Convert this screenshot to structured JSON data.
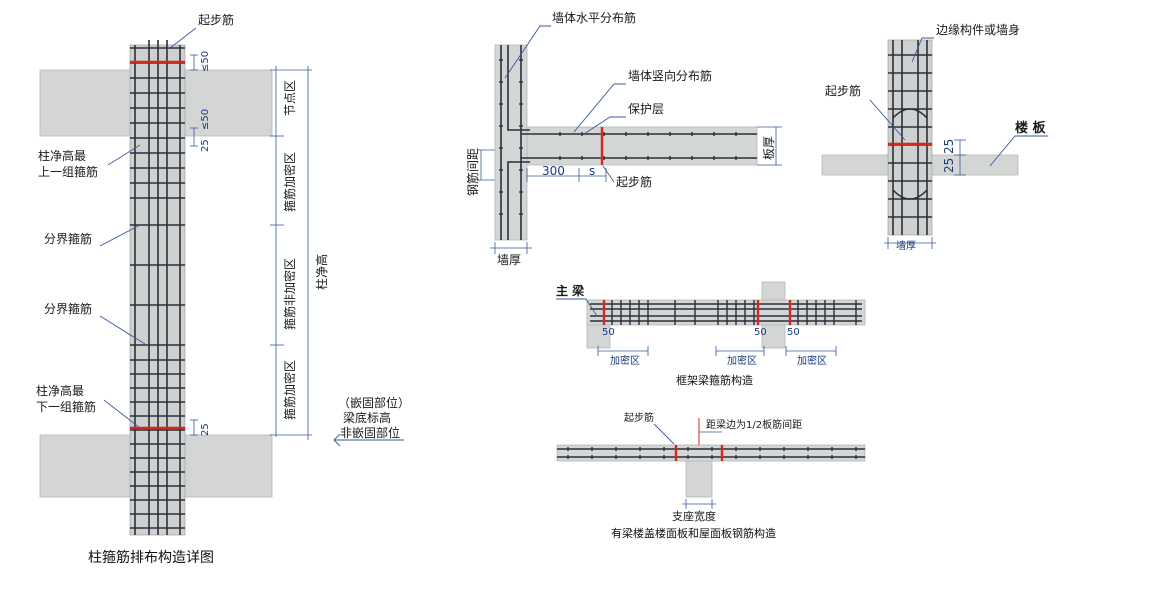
{
  "column": {
    "top_label": "起步筋",
    "dim_top": "≤50",
    "dim_mid": "≤50",
    "dim_mid2": "25",
    "dim_bot": "25",
    "left_labels": {
      "top_group_1": "柱净高最",
      "top_group_2": "上一组箍筋",
      "divider_1": "分界箍筋",
      "divider_2": "分界箍筋",
      "bottom_group_1": "柱净高最",
      "bottom_group_2": "下一组箍筋"
    },
    "zones": {
      "node": "节点区",
      "dense_top": "箍筋加密区",
      "non_dense": "箍筋非加密区",
      "dense_bottom": "箍筋加密区",
      "clear_height": "柱净高"
    },
    "embed_note": [
      "（嵌固部位）",
      "梁底标高",
      "非嵌固部位"
    ],
    "caption": "柱箍筋排布构造详图"
  },
  "wall_t": {
    "horizontal_bar": "墙体水平分布筋",
    "vertical_bar": "墙体竖向分布筋",
    "cover": "保护层",
    "start_bar": "起步筋",
    "dim_300": "300",
    "dim_s": "s",
    "bar_spacing": "钢筋间距",
    "wall_thickness": "墙厚",
    "slab_thickness": "板厚"
  },
  "edge_member": {
    "title": "边缘构件或墙身",
    "start_bar": "起步筋",
    "slab": "楼 板",
    "dim_a": "25",
    "dim_b": "25",
    "wall_thickness": "墙厚"
  },
  "frame_beam": {
    "main_beam": "主 梁",
    "dims": [
      "50",
      "50",
      "50"
    ],
    "dense_zones": [
      "加密区",
      "加密区",
      "加密区"
    ],
    "caption": "框架梁箍筋构造"
  },
  "slab": {
    "start_bar": "起步筋",
    "distance_note": "距梁边为1/2板筋间距",
    "support_width": "支座宽度",
    "caption": "有梁楼盖楼面板和屋面板钢筋构造"
  }
}
